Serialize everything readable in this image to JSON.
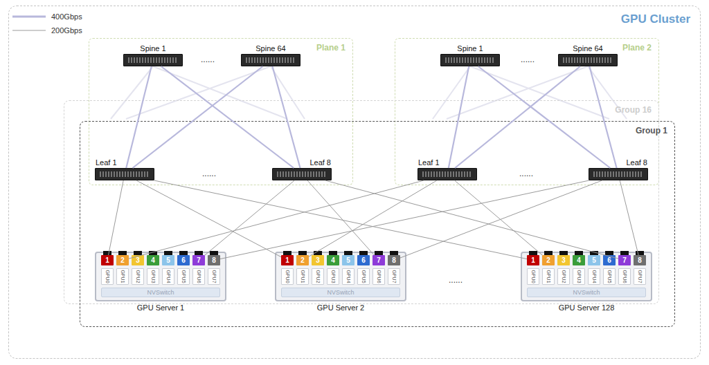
{
  "diagram": {
    "nodes": [
      {
        "text": [
          "GPU Cluster"
        ]
      },
      {
        "text": [
          "Plane 1"
        ],
        "in": 0
      },
      {
        "text": [
          "Plane 2"
        ],
        "in": 0
      },
      {
        "text": [
          "Group 16"
        ],
        "in": 0
      },
      {
        "text": [
          "Group 1"
        ],
        "in": 0
      },
      {
        "text": [
          "Spine 1"
        ],
        "in": 1
      },
      {
        "text": [
          "Spine 64"
        ],
        "in": 1
      },
      {
        "text": [
          "Leaf 1"
        ],
        "in": 1
      },
      {
        "text": [
          "Leaf 8"
        ],
        "in": 1
      },
      {
        "text": [
          "Spine 1"
        ],
        "in": 2
      },
      {
        "text": [
          "Spine 64"
        ],
        "in": 2
      },
      {
        "text": [
          "Leaf 1"
        ],
        "in": 2
      },
      {
        "text": [
          "Leaf 8"
        ],
        "in": 2
      },
      {
        "text": [
          "GPU Server 1"
        ],
        "in": 4
      },
      {
        "text": [
          "1"
        ],
        "in": 13
      },
      {
        "text": [
          "2"
        ],
        "in": 13
      },
      {
        "text": [
          "3"
        ],
        "in": 13
      },
      {
        "text": [
          "4"
        ],
        "in": 13
      },
      {
        "text": [
          "5"
        ],
        "in": 13
      },
      {
        "text": [
          "6"
        ],
        "in": 13
      },
      {
        "text": [
          "7"
        ],
        "in": 13
      },
      {
        "text": [
          "8"
        ],
        "in": 13
      },
      {
        "text": [
          "GPU0"
        ],
        "in": 13
      },
      {
        "text": [
          "GPU1"
        ],
        "in": 13
      },
      {
        "text": [
          "GPU2"
        ],
        "in": 13
      },
      {
        "text": [
          "GPU3"
        ],
        "in": 13
      },
      {
        "text": [
          "GPU4"
        ],
        "in": 13
      },
      {
        "text": [
          "GPU5"
        ],
        "in": 13
      },
      {
        "text": [
          "GPU6"
        ],
        "in": 13
      },
      {
        "text": [
          "GPU7"
        ],
        "in": 13
      },
      {
        "text": [
          "NVSwitch"
        ],
        "in": 13
      },
      {
        "text": [
          "GPU Server 2"
        ],
        "in": 4
      },
      {
        "text": [
          "1"
        ],
        "in": 31
      },
      {
        "text": [
          "2"
        ],
        "in": 31
      },
      {
        "text": [
          "3"
        ],
        "in": 31
      },
      {
        "text": [
          "4"
        ],
        "in": 31
      },
      {
        "text": [
          "5"
        ],
        "in": 31
      },
      {
        "text": [
          "6"
        ],
        "in": 31
      },
      {
        "text": [
          "7"
        ],
        "in": 31
      },
      {
        "text": [
          "8"
        ],
        "in": 31
      },
      {
        "text": [
          "GPU0"
        ],
        "in": 31
      },
      {
        "text": [
          "GPU1"
        ],
        "in": 31
      },
      {
        "text": [
          "GPU2"
        ],
        "in": 31
      },
      {
        "text": [
          "GPU3"
        ],
        "in": 31
      },
      {
        "text": [
          "GPU4"
        ],
        "in": 31
      },
      {
        "text": [
          "GPU5"
        ],
        "in": 31
      },
      {
        "text": [
          "GPU6"
        ],
        "in": 31
      },
      {
        "text": [
          "GPU7"
        ],
        "in": 31
      },
      {
        "text": [
          "NVSwitch"
        ],
        "in": 31
      },
      {
        "text": [
          "GPU Server 128"
        ],
        "in": 4
      },
      {
        "text": [
          "1"
        ],
        "in": 49
      },
      {
        "text": [
          "2"
        ],
        "in": 49
      },
      {
        "text": [
          "3"
        ],
        "in": 49
      },
      {
        "text": [
          "4"
        ],
        "in": 49
      },
      {
        "text": [
          "5"
        ],
        "in": 49
      },
      {
        "text": [
          "6"
        ],
        "in": 49
      },
      {
        "text": [
          "7"
        ],
        "in": 49
      },
      {
        "text": [
          "8"
        ],
        "in": 49
      },
      {
        "text": [
          "GPU0"
        ],
        "in": 49
      },
      {
        "text": [
          "GPU1"
        ],
        "in": 49
      },
      {
        "text": [
          "GPU2"
        ],
        "in": 49
      },
      {
        "text": [
          "GPU3"
        ],
        "in": 49
      },
      {
        "text": [
          "GPU4"
        ],
        "in": 49
      },
      {
        "text": [
          "GPU5"
        ],
        "in": 49
      },
      {
        "text": [
          "GPU6"
        ],
        "in": 49
      },
      {
        "text": [
          "GPU7"
        ],
        "in": 49
      },
      {
        "text": [
          "NVSwitch"
        ],
        "in": 49
      }
    ],
    "edges": [
      {
        "from": 5,
        "to": 7,
        "arrow": "none"
      },
      {
        "from": 5,
        "to": 8,
        "arrow": "none"
      },
      {
        "from": 6,
        "to": 7,
        "arrow": "none"
      },
      {
        "from": 6,
        "to": 8,
        "arrow": "none"
      },
      {
        "from": 9,
        "to": 11,
        "arrow": "none"
      },
      {
        "from": 9,
        "to": 12,
        "arrow": "none"
      },
      {
        "from": 10,
        "to": 11,
        "arrow": "none"
      },
      {
        "from": 10,
        "to": 12,
        "arrow": "none"
      },
      {
        "from": 7,
        "to": 14,
        "arrow": "none"
      },
      {
        "from": 7,
        "to": 32,
        "arrow": "none"
      },
      {
        "from": 7,
        "to": 50,
        "arrow": "none"
      },
      {
        "from": 8,
        "to": 20,
        "arrow": "none"
      },
      {
        "from": 8,
        "to": 38,
        "arrow": "none"
      },
      {
        "from": 8,
        "to": 56,
        "arrow": "none"
      },
      {
        "from": 11,
        "to": 15,
        "arrow": "none"
      },
      {
        "from": 11,
        "to": 33,
        "arrow": "none"
      },
      {
        "from": 11,
        "to": 51,
        "arrow": "none"
      },
      {
        "from": 12,
        "to": 21,
        "arrow": "none"
      },
      {
        "from": 12,
        "to": 39,
        "arrow": "none"
      },
      {
        "from": 12,
        "to": 57,
        "arrow": "none"
      }
    ],
    "labels": [
      "......",
      "......",
      "......",
      "......",
      "......"
    ],
    "legend": [
      {
        "text": "400Gbps"
      },
      {
        "text": "200Gbps"
      }
    ]
  }
}
